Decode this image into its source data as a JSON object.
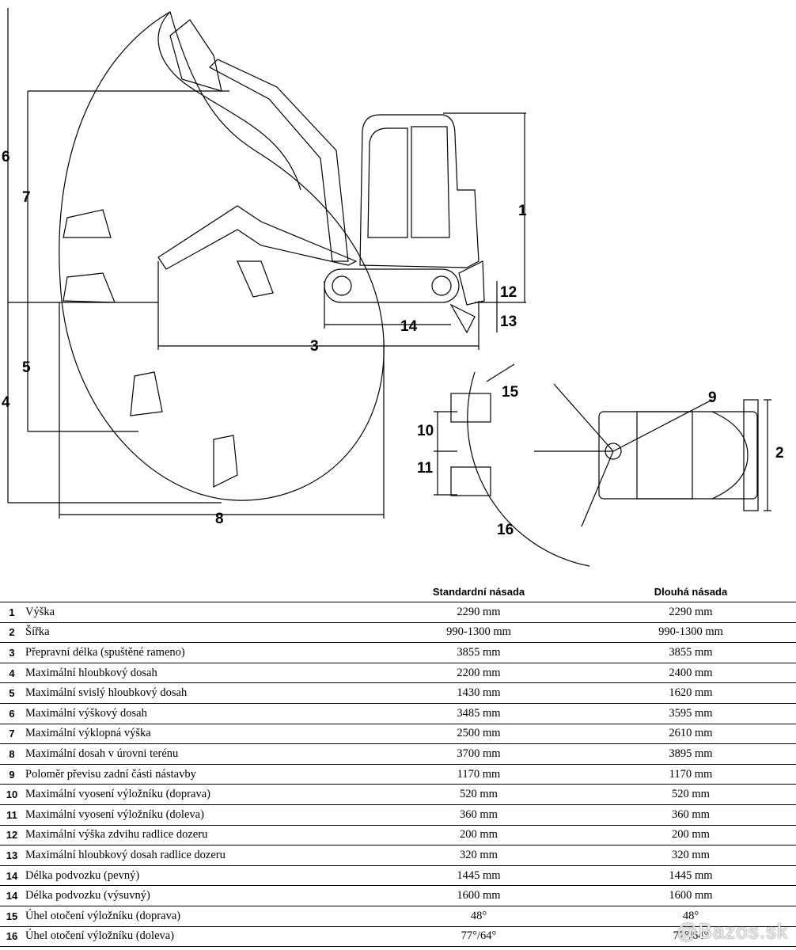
{
  "diagram": {
    "callouts": [
      "1",
      "2",
      "3",
      "4",
      "5",
      "6",
      "7",
      "8",
      "9",
      "10",
      "11",
      "12",
      "13",
      "14",
      "15",
      "16"
    ]
  },
  "table": {
    "headers": [
      "",
      "",
      "Standardní násada",
      "Dlouhá násada"
    ],
    "rows": [
      {
        "num": "1",
        "label": "Výška",
        "std": "2290 mm",
        "long": "2290 mm"
      },
      {
        "num": "2",
        "label": "Šířka",
        "std": "990-1300 mm",
        "long": "990-1300 mm"
      },
      {
        "num": "3",
        "label": "Přepravní délka (spuštěné rameno)",
        "std": "3855 mm",
        "long": "3855 mm"
      },
      {
        "num": "4",
        "label": "Maximální hloubkový dosah",
        "std": "2200 mm",
        "long": "2400 mm"
      },
      {
        "num": "5",
        "label": "Maximální svislý hloubkový dosah",
        "std": "1430 mm",
        "long": "1620 mm"
      },
      {
        "num": "6",
        "label": "Maximální výškový dosah",
        "std": "3485 mm",
        "long": "3595 mm"
      },
      {
        "num": "7",
        "label": "Maximální výklopná výška",
        "std": "2500 mm",
        "long": "2610 mm"
      },
      {
        "num": "8",
        "label": "Maximální dosah v úrovni terénu",
        "std": "3700 mm",
        "long": "3895 mm"
      },
      {
        "num": "9",
        "label": "Poloměr převisu zadní části nástavby",
        "std": "1170 mm",
        "long": "1170 mm"
      },
      {
        "num": "10",
        "label": "Maximální vyosení výložníku (doprava)",
        "std": "520 mm",
        "long": "520 mm"
      },
      {
        "num": "11",
        "label": "Maximální vyosení výložníku (doleva)",
        "std": "360 mm",
        "long": "360 mm"
      },
      {
        "num": "12",
        "label": "Maximální výška zdvihu radlice dozeru",
        "std": "200 mm",
        "long": "200 mm"
      },
      {
        "num": "13",
        "label": "Maximální hloubkový dosah radlice dozeru",
        "std": "320 mm",
        "long": "320 mm"
      },
      {
        "num": "14",
        "label": "Délka podvozku (pevný)",
        "std": "1445 mm",
        "long": "1445 mm"
      },
      {
        "num": "14",
        "label": "Délka podvozku (výsuvný)",
        "std": "1600 mm",
        "long": "1600 mm"
      },
      {
        "num": "15",
        "label": "Úhel otočení výložníku (doprava)",
        "std": "48°",
        "long": "48°"
      },
      {
        "num": "16",
        "label": "Úhel otočení výložníku (doleva)",
        "std": "77°/64°",
        "long": "77°/64°"
      }
    ]
  },
  "watermark": "@Bazos.sk"
}
